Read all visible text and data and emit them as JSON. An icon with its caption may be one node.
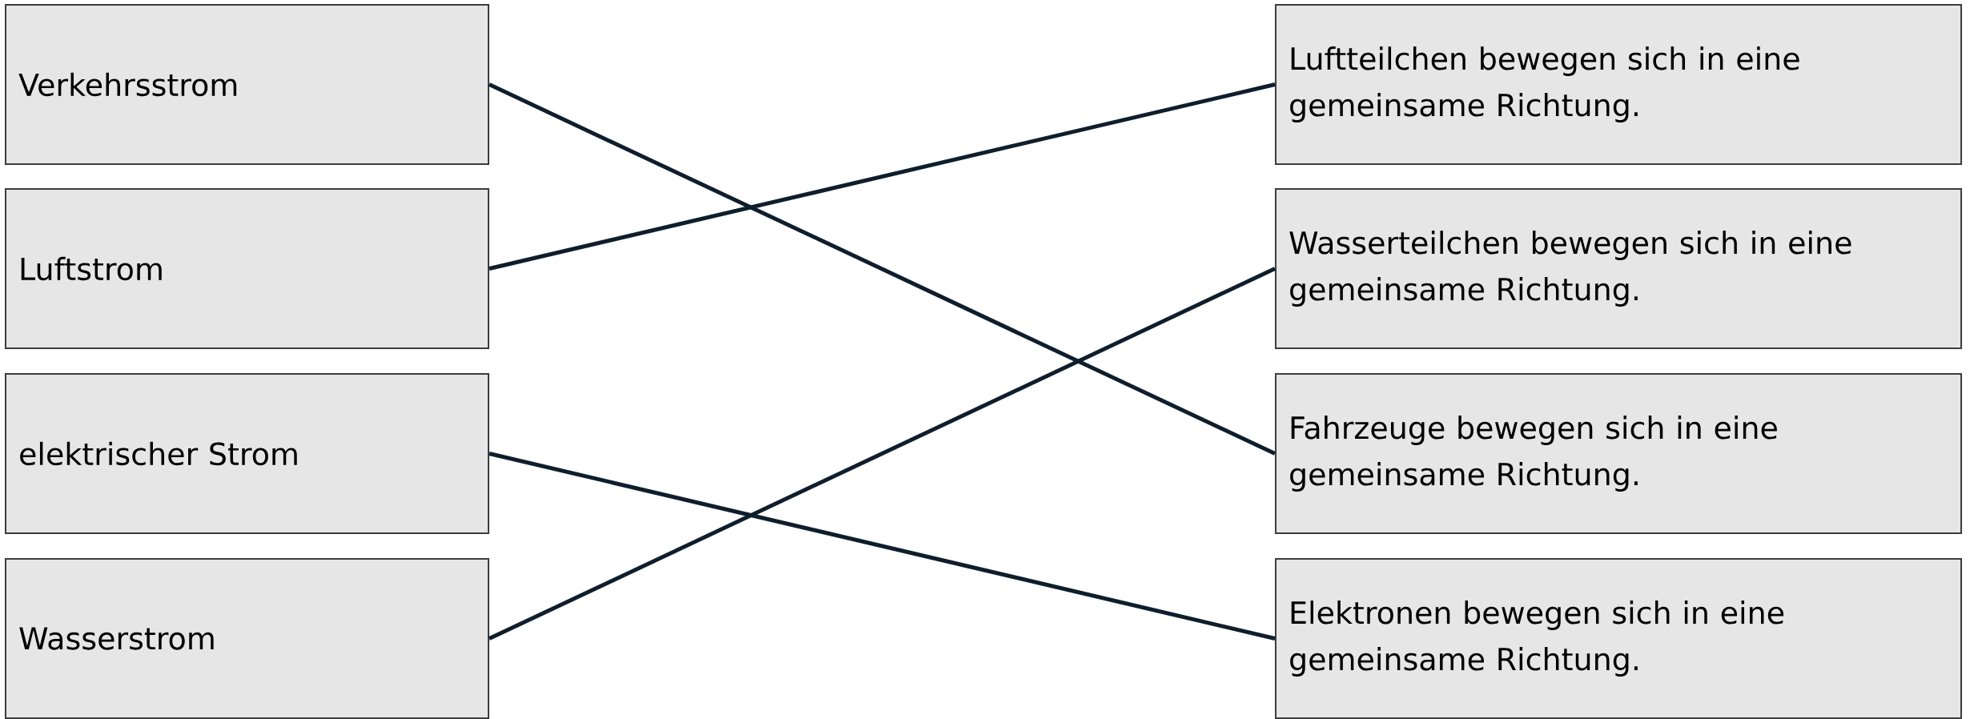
{
  "diagram": {
    "nodes": [
      {
        "text": [
          "Verkehrsstrom"
        ]
      },
      {
        "text": [
          "Luftstrom"
        ]
      },
      {
        "text": [
          "elektrischer Strom"
        ]
      },
      {
        "text": [
          "Wasserstrom"
        ]
      },
      {
        "text": [
          "Luftteilchen bewegen sich in eine gemeinsame Richtung."
        ]
      },
      {
        "text": [
          "Wasserteilchen bewegen sich in eine gemeinsame Richtung."
        ]
      },
      {
        "text": [
          "Fahrzeuge bewegen sich in eine gemeinsame Richtung."
        ]
      },
      {
        "text": [
          "Elektronen bewegen sich in eine gemeinsame Richtung."
        ]
      }
    ],
    "edges": [
      {
        "from": 0,
        "to": 6,
        "arrow": "none"
      },
      {
        "from": 1,
        "to": 4,
        "arrow": "none"
      },
      {
        "from": 2,
        "to": 7,
        "arrow": "none"
      },
      {
        "from": 3,
        "to": 5,
        "arrow": "none"
      }
    ]
  }
}
